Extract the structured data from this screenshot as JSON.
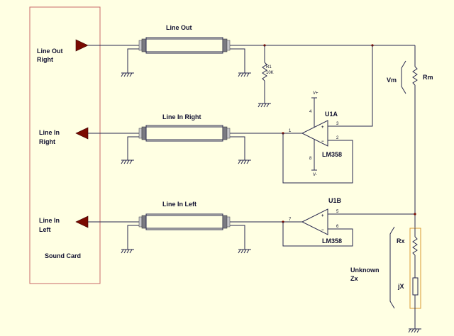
{
  "diagram": {
    "sound_card": {
      "label": "Sound Card",
      "ports": [
        {
          "label_line1": "Line Out",
          "label_line2": "Right",
          "direction": "out"
        },
        {
          "label_line1": "Line In",
          "label_line2": "Right",
          "direction": "in"
        },
        {
          "label_line1": "Line In",
          "label_line2": "Left",
          "direction": "in"
        }
      ]
    },
    "cables": [
      {
        "label": "Line Out"
      },
      {
        "label": "Line In Right"
      },
      {
        "label": "Line In Left"
      }
    ],
    "load_resistor": {
      "ref": "R1",
      "value": "10K"
    },
    "op_amps": [
      {
        "ref": "U1A",
        "part": "LM358",
        "pin_out": "1",
        "pin_plus": "3",
        "pin_minus": "2",
        "pin_vplus": "4",
        "pin_vminus": "8",
        "supply_plus": "V+",
        "supply_minus": "V-"
      },
      {
        "ref": "U1B",
        "part": "LM358",
        "pin_out": "7",
        "pin_plus": "5",
        "pin_minus": "6"
      }
    ],
    "measurement": {
      "vm_label": "Vm",
      "rm_label": "Rm"
    },
    "unknown": {
      "label_line1": "Unknown",
      "label_line2": "Zx",
      "rx_label": "Rx",
      "jx_label": "jX"
    },
    "colors": {
      "wire": "#27274f",
      "background": "#ffffe3",
      "sound_card_border": "#c96a6a",
      "arrow_fill": "#7a0a00",
      "unknown_box": "#d89a30",
      "jack_gray": "#7a7a82"
    }
  }
}
